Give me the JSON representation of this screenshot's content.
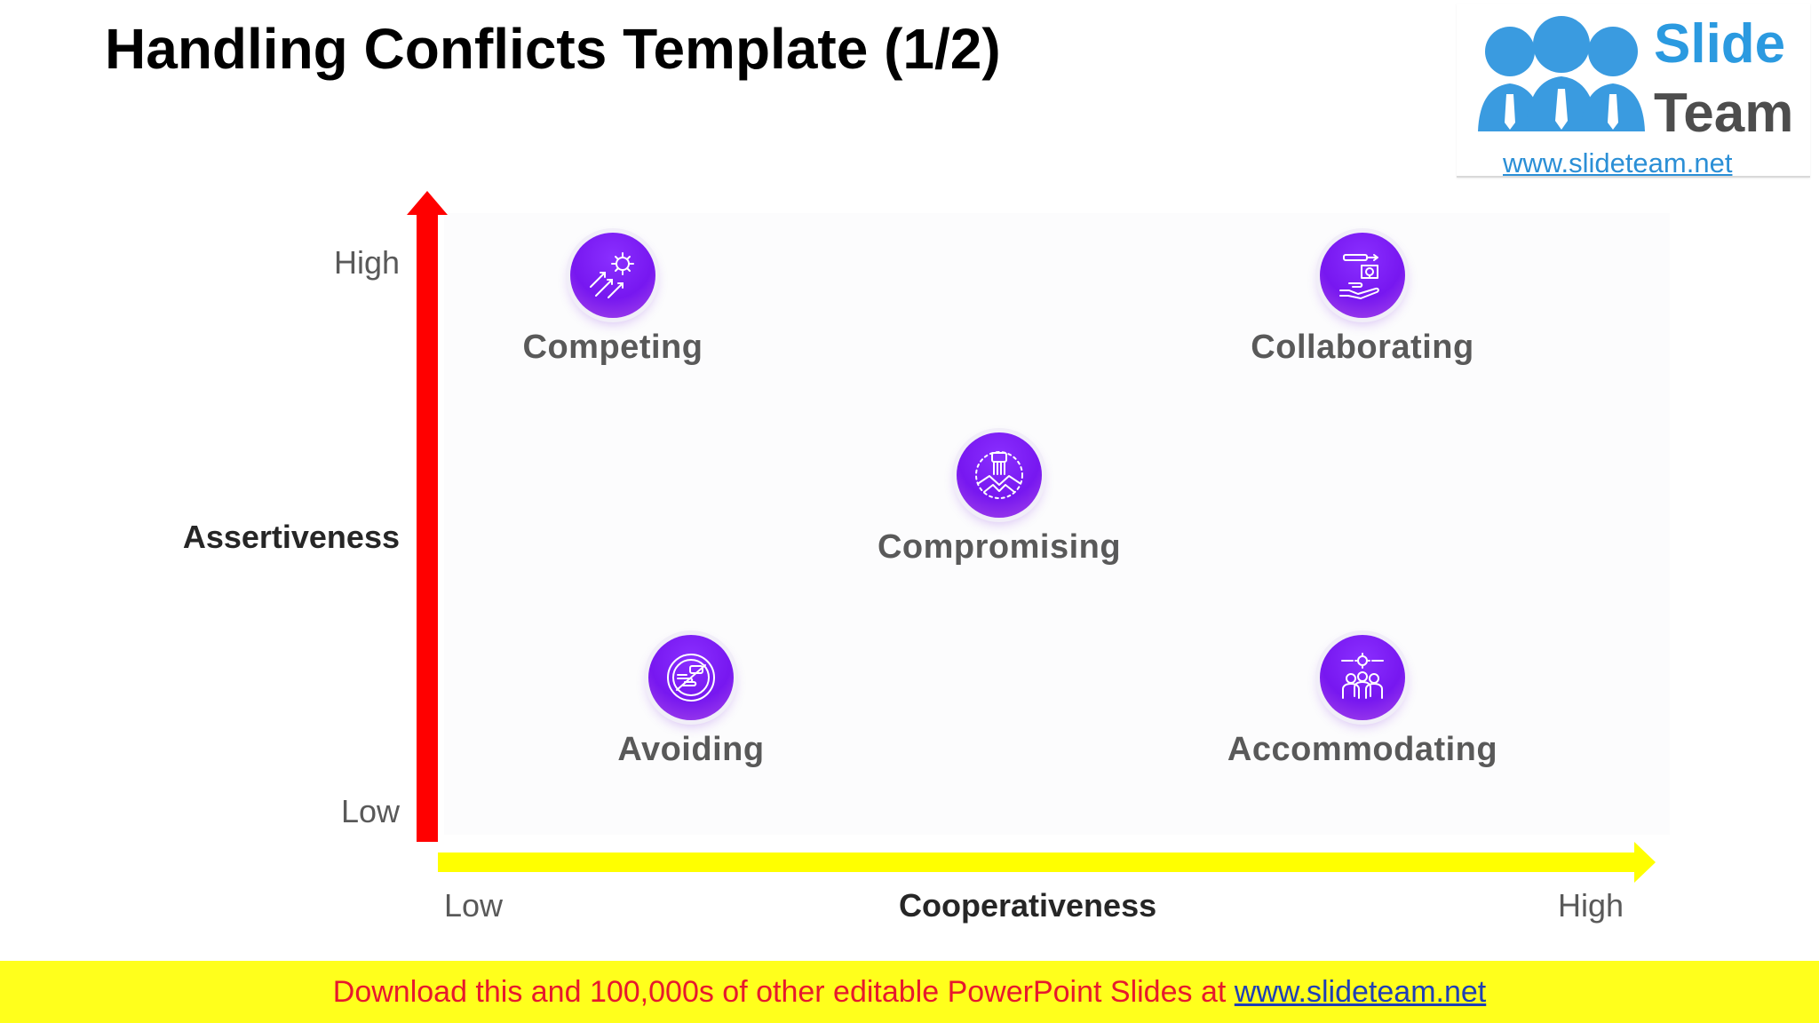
{
  "title": "Handling Conflicts Template (1/2)",
  "logo": {
    "word1": "Slide",
    "word2": "Team",
    "url": "www.slideteam.net"
  },
  "y_axis": {
    "title": "Assertiveness",
    "high": "High",
    "low": "Low",
    "color": "#ff0000"
  },
  "x_axis": {
    "title": "Cooperativeness",
    "low": "Low",
    "high": "High",
    "color": "#ffff00"
  },
  "styles": [
    {
      "label": "Competing",
      "icon": "rising-arrows-sun-icon"
    },
    {
      "label": "Collaborating",
      "icon": "hand-lightbulb-icon"
    },
    {
      "label": "Compromising",
      "icon": "handshake-circle-icon"
    },
    {
      "label": "Avoiding",
      "icon": "no-entry-hand-icon"
    },
    {
      "label": "Accommodating",
      "icon": "team-gear-icon"
    }
  ],
  "footer": {
    "text": "Download this and 100,000s of other editable PowerPoint Slides at ",
    "link": "www.slideteam.net"
  },
  "colors": {
    "icon_circle": "#7a1cf2",
    "footer_bg": "#ffff1c",
    "footer_text": "#e6192d"
  }
}
